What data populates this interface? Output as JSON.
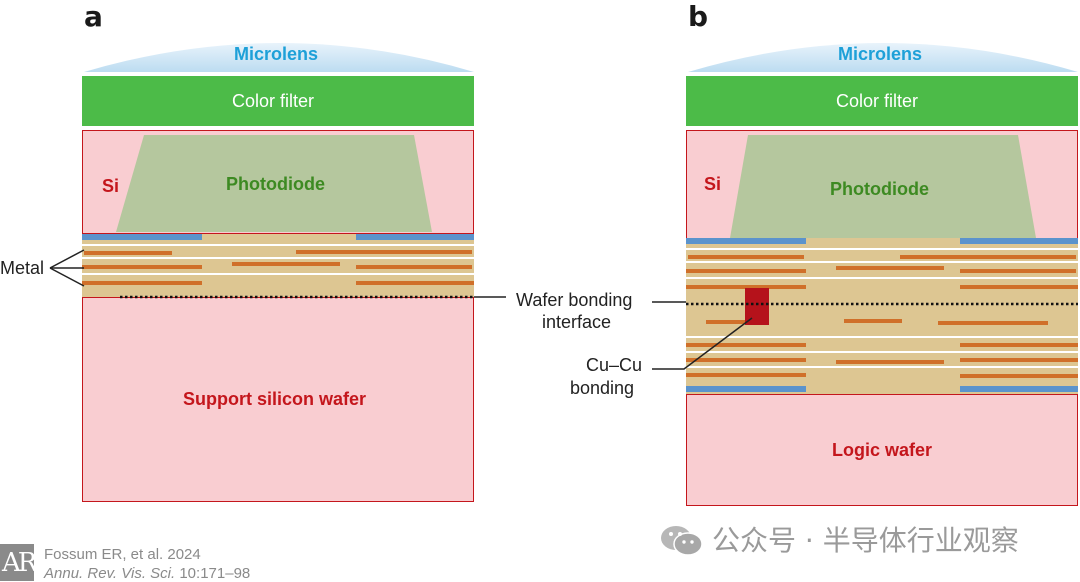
{
  "panel_a": {
    "letter": "a",
    "microlens": "Microlens",
    "color_filter": "Color filter",
    "si": "Si",
    "photodiode": "Photodiode",
    "metal": "Metal",
    "support_wafer": "Support silicon wafer"
  },
  "panel_b": {
    "letter": "b",
    "microlens": "Microlens",
    "color_filter": "Color filter",
    "si": "Si",
    "photodiode": "Photodiode",
    "logic_wafer": "Logic wafer"
  },
  "callouts": {
    "wafer_bonding_line1": "Wafer bonding",
    "wafer_bonding_line2": "interface",
    "cucu_line1": "Cu–Cu",
    "cucu_line2": "bonding"
  },
  "credit": {
    "authors": "Fossum ER, et al. 2024",
    "journal": "Annu. Rev. Vis. Sci.",
    "pages": "10:171–98",
    "logo": "AR"
  },
  "watermark": {
    "text": "公众号 · 半导体行业观察",
    "icon": "wechat-icon"
  },
  "colors": {
    "microlens": "#cfe6f5",
    "color_filter": "#4cbb48",
    "silicon": "#f9cdd1",
    "photodiode": "#b5c79e",
    "metal_band": "#ddc692",
    "metal_line": "#d0702a",
    "blue_layer": "#5b93cc",
    "cu_pad": "#b5121b"
  }
}
